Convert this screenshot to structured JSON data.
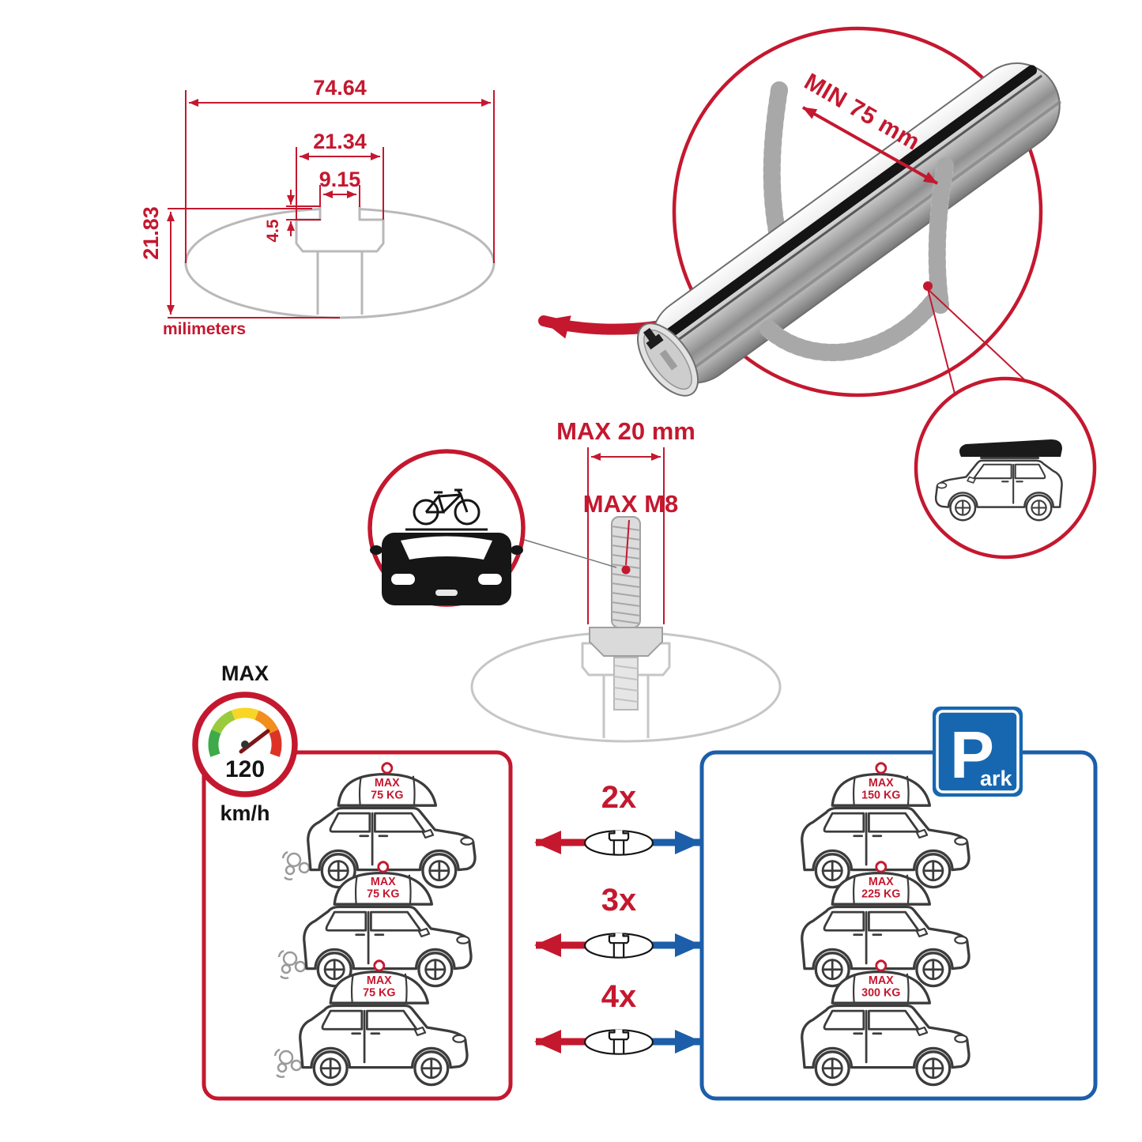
{
  "colors": {
    "red": "#c4182f",
    "blue": "#1c5ea9",
    "gray": "#b9b9b9",
    "black": "#141414"
  },
  "profile_dimensions": {
    "total_width": "74.64",
    "channel_outer_width": "21.34",
    "channel_inner_width": "9.15",
    "lip_depth": "4.5",
    "total_height": "21.83",
    "units": "milimeters"
  },
  "clamp_inset": {
    "min_label": "MIN 75 mm"
  },
  "bolt": {
    "width_label": "MAX 20 mm",
    "thread_label": "MAX M8"
  },
  "speedometer": {
    "title": "MAX",
    "value": "120",
    "unit": "km/h"
  },
  "capacity": {
    "left_cars": [
      {
        "line1": "MAX",
        "line2": "75 KG"
      },
      {
        "line1": "MAX",
        "line2": "75 KG"
      },
      {
        "line1": "MAX",
        "line2": "75 KG"
      }
    ],
    "multipliers": [
      "2x",
      "3x",
      "4x"
    ],
    "right_cars": [
      {
        "line1": "MAX",
        "line2": "150 KG"
      },
      {
        "line1": "MAX",
        "line2": "225 KG"
      },
      {
        "line1": "MAX",
        "line2": "300 KG"
      }
    ]
  },
  "park_sign": {
    "p": "P",
    "suffix": "ark"
  }
}
